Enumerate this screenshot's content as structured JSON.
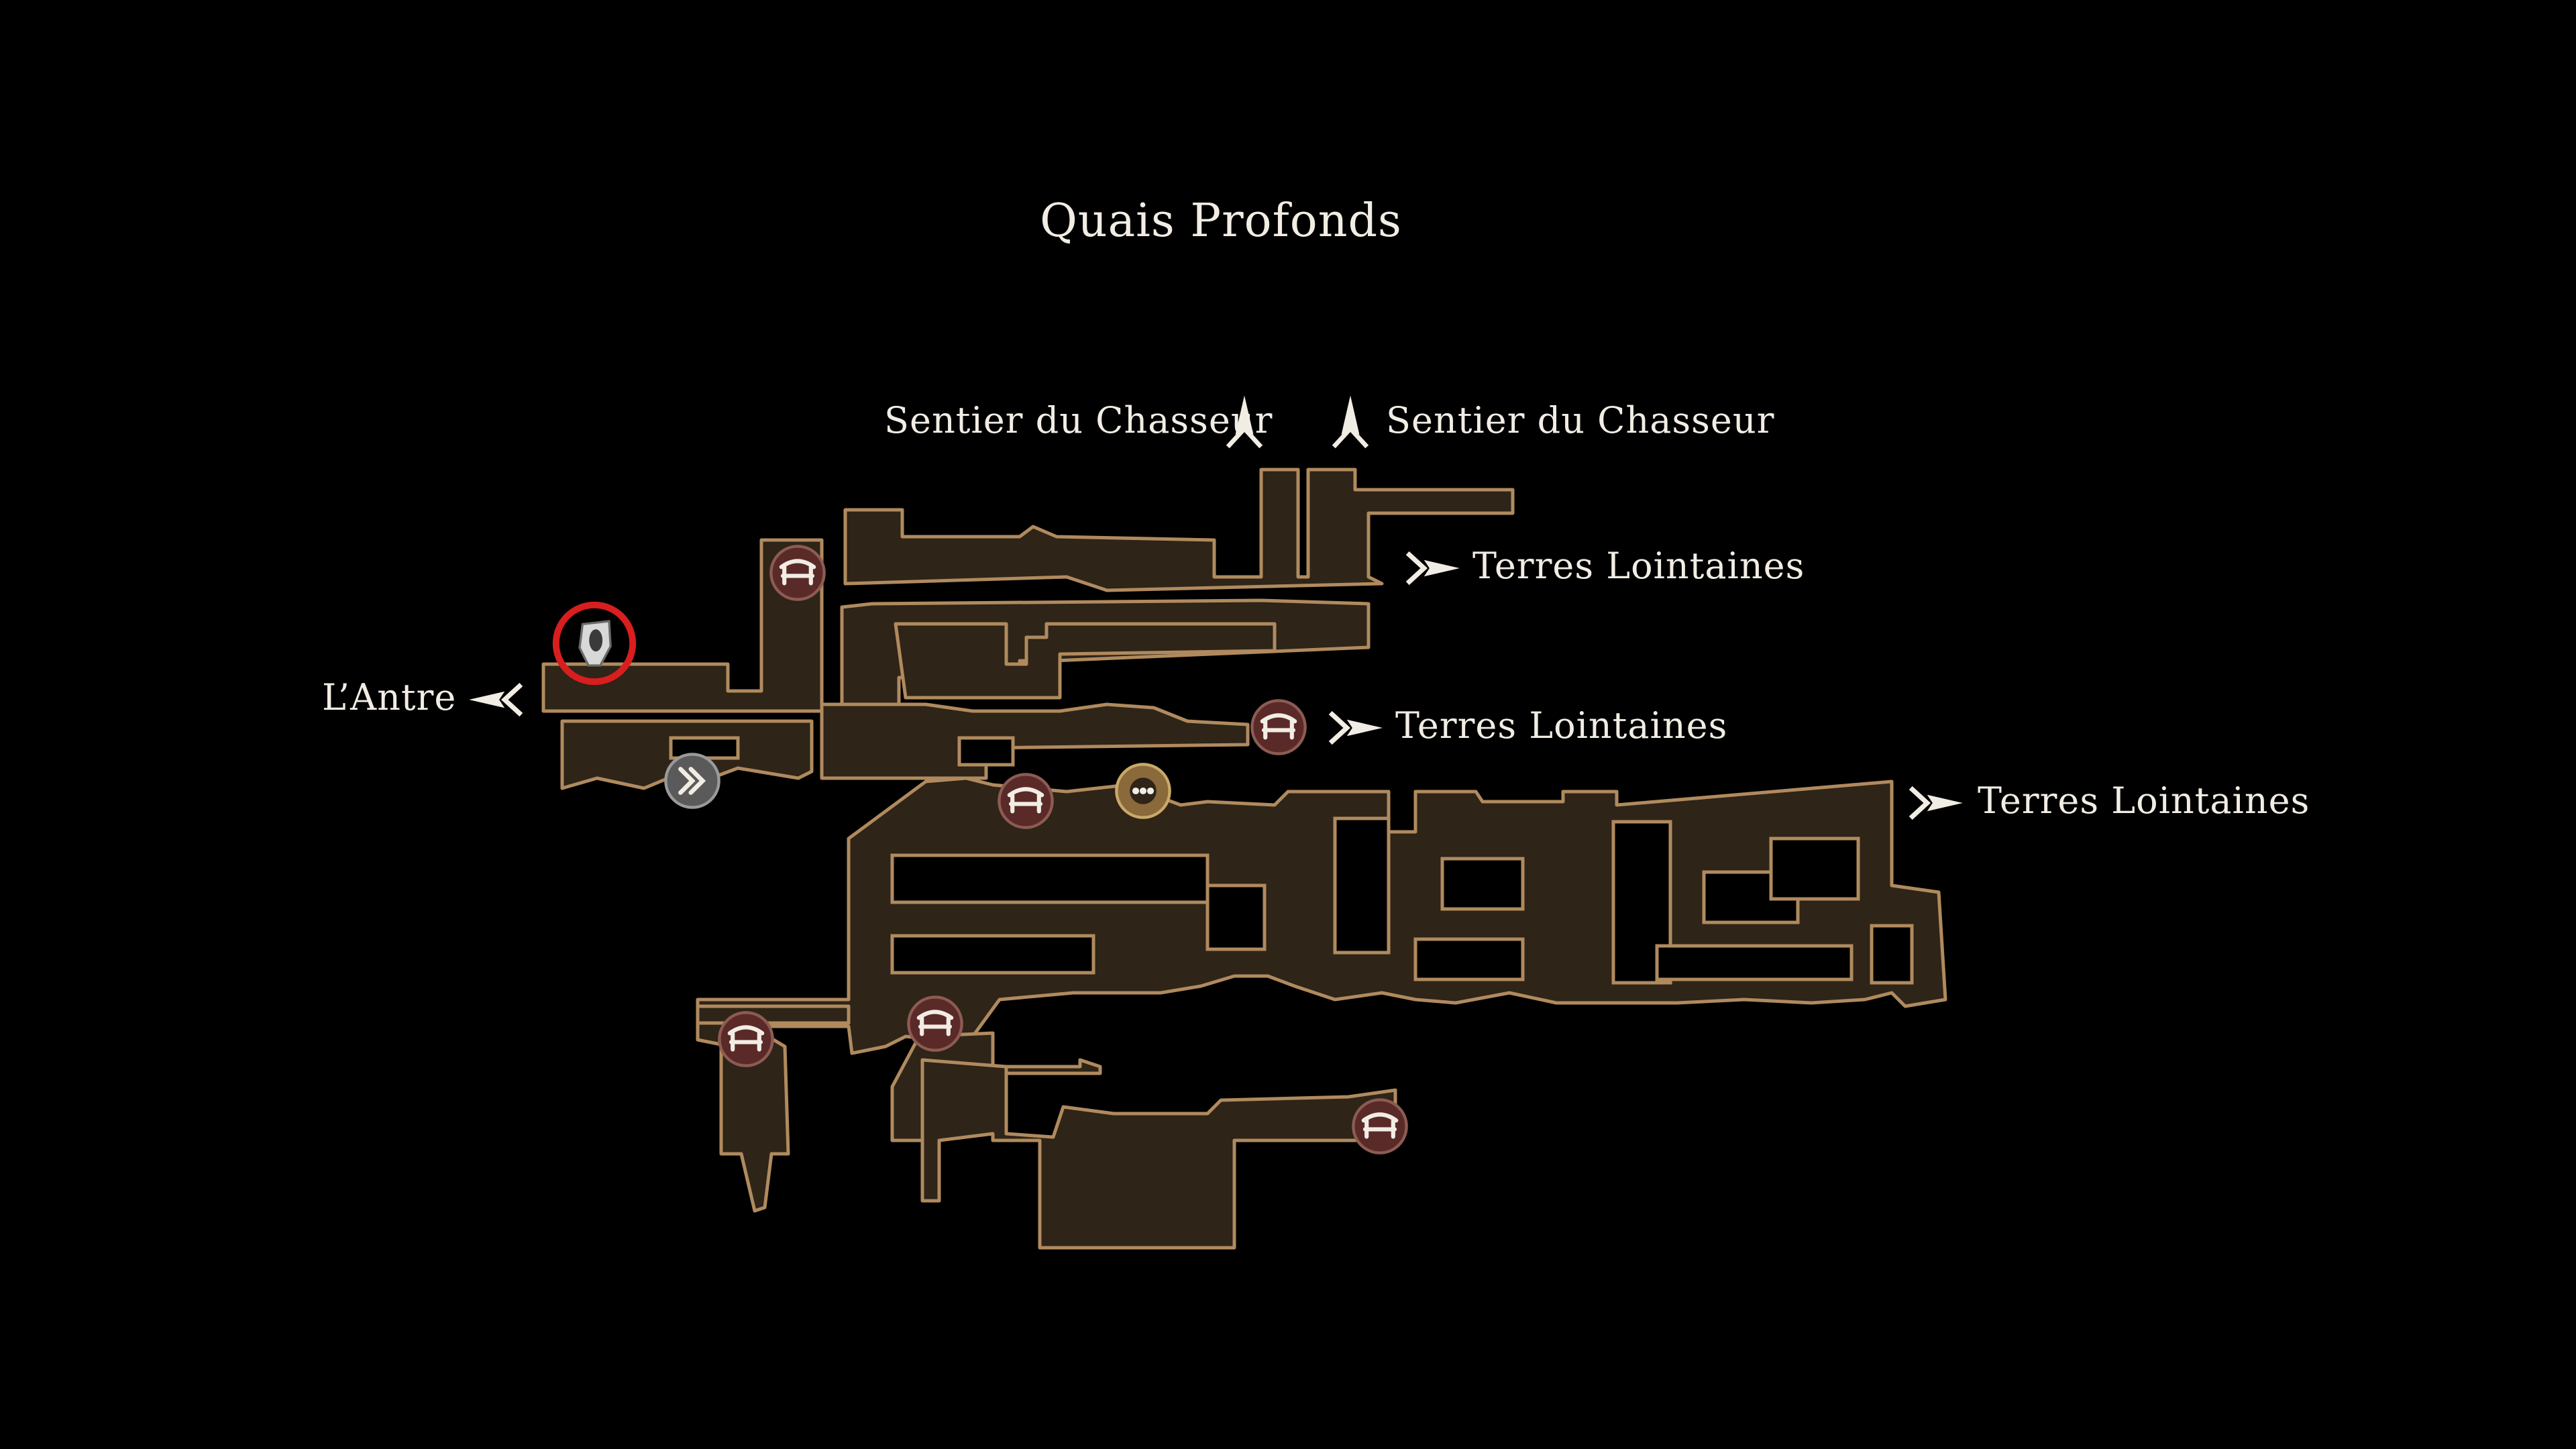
{
  "area_title": "Quais Profonds",
  "exits": {
    "hunter_path_left": "Sentier du Chasseur",
    "hunter_path_right": "Sentier du Chasseur",
    "far_lands_top": "Terres Lointaines",
    "far_lands_middle": "Terres Lointaines",
    "far_lands_right": "Terres Lointaines",
    "den": "L’Antre"
  },
  "icons": {
    "exit_arrow": "compass-arrow-icon",
    "bench": "bench-icon",
    "player": "player-location-icon",
    "vendor": "vendor-icon",
    "fast_travel": "fast-travel-icon"
  },
  "colors": {
    "background": "#000000",
    "room_fill": "#2e2418",
    "room_outline": "#b08a5e",
    "text": "#f2ede4",
    "player_ring": "#d81e1e"
  }
}
